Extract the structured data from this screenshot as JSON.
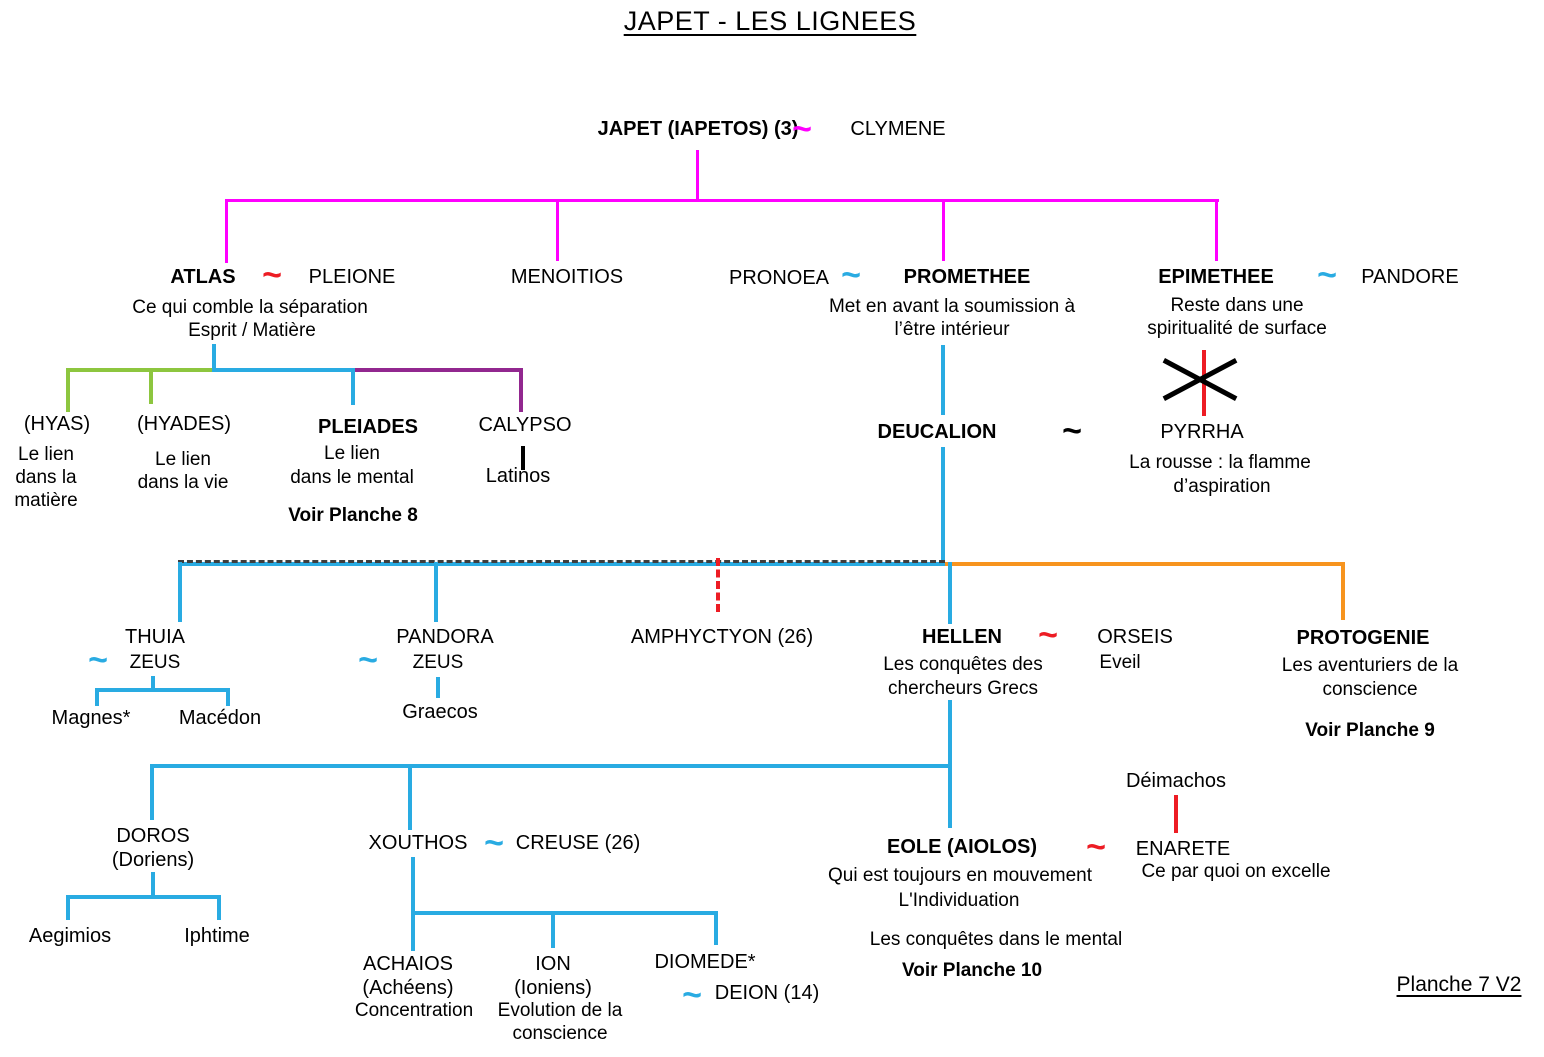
{
  "title": "JAPET - LES LIGNEES",
  "page_label": "Planche 7 V2",
  "symbols": {
    "tilde": "~"
  },
  "colors": {
    "magenta": "#FF00FF",
    "cyan": "#29ABE2",
    "green": "#8DC63F",
    "purple": "#92278F",
    "orange": "#F7941E",
    "red": "#ED1C24",
    "black": "#000000"
  },
  "tree": {
    "japet": {
      "name": "JAPET (IAPETOS) (3)",
      "spouse": "CLYMENE"
    },
    "atlas": {
      "name": "ATLAS",
      "spouse": "PLEIONE",
      "desc1": "Ce qui comble la séparation",
      "desc2": "Esprit / Matière"
    },
    "menoitios": {
      "name": "MENOITIOS"
    },
    "promethee": {
      "spouse": "PRONOEA",
      "name": "PROMETHEE",
      "desc1": "Met en avant la soumission à",
      "desc2": "l’être intérieur"
    },
    "epimethee": {
      "name": "EPIMETHEE",
      "spouse": "PANDORE",
      "desc1": "Reste dans une",
      "desc2": "spiritualité de surface"
    },
    "hyas": {
      "name": "(HYAS)",
      "desc1": "Le lien",
      "desc2": "dans la",
      "desc3": "matière"
    },
    "hyades": {
      "name": "(HYADES)",
      "desc1": "Le lien",
      "desc2": "dans la vie"
    },
    "pleiades": {
      "name": "PLEIADES",
      "desc1": "Le lien",
      "desc2": "dans le mental",
      "note": "Voir Planche 8"
    },
    "calypso": {
      "name": "CALYPSO",
      "child": "Latinos"
    },
    "deucalion": {
      "name": "DEUCALION",
      "spouse": "PYRRHA",
      "spouse_desc1": "La rousse : la flamme",
      "spouse_desc2": "d’aspiration"
    },
    "thuia": {
      "name": "THUIA",
      "spouse": "ZEUS",
      "child1": "Magnes*",
      "child2": "Macédon"
    },
    "pandora": {
      "name": "PANDORA",
      "spouse": "ZEUS",
      "child": "Graecos"
    },
    "amphyctyon": {
      "name": "AMPHYCTYON (26)"
    },
    "hellen": {
      "name": "HELLEN",
      "spouse": "ORSEIS",
      "desc1": "Les conquêtes des",
      "desc2": "chercheurs Grecs",
      "spouse_desc": "Eveil"
    },
    "protogenie": {
      "name": "PROTOGENIE",
      "desc1": "Les aventuriers de la",
      "desc2": "conscience",
      "note": "Voir Planche 9"
    },
    "doros": {
      "name": "DOROS",
      "sub": "(Doriens)",
      "child1": "Aegimios",
      "child2": "Iphtime"
    },
    "xouthos": {
      "name": "XOUTHOS",
      "spouse": "CREUSE (26)"
    },
    "achaios": {
      "name": "ACHAIOS",
      "sub": "(Achéens)",
      "desc": "Concentration"
    },
    "ion": {
      "name": "ION",
      "sub": "(Ioniens)",
      "desc1": "Evolution de la",
      "desc2": "conscience"
    },
    "diomede": {
      "name": "DIOMEDE*",
      "spouse": "DEION (14)"
    },
    "eole": {
      "name": "EOLE (AIOLOS)",
      "spouse": "ENARETE",
      "spouse_parent": "Déimachos",
      "desc1": "Qui est toujours en mouvement",
      "desc2": "L'Individuation",
      "spouse_desc": "Ce par quoi on excelle",
      "desc3": "Les conquêtes dans le mental",
      "note": "Voir Planche 10"
    }
  }
}
